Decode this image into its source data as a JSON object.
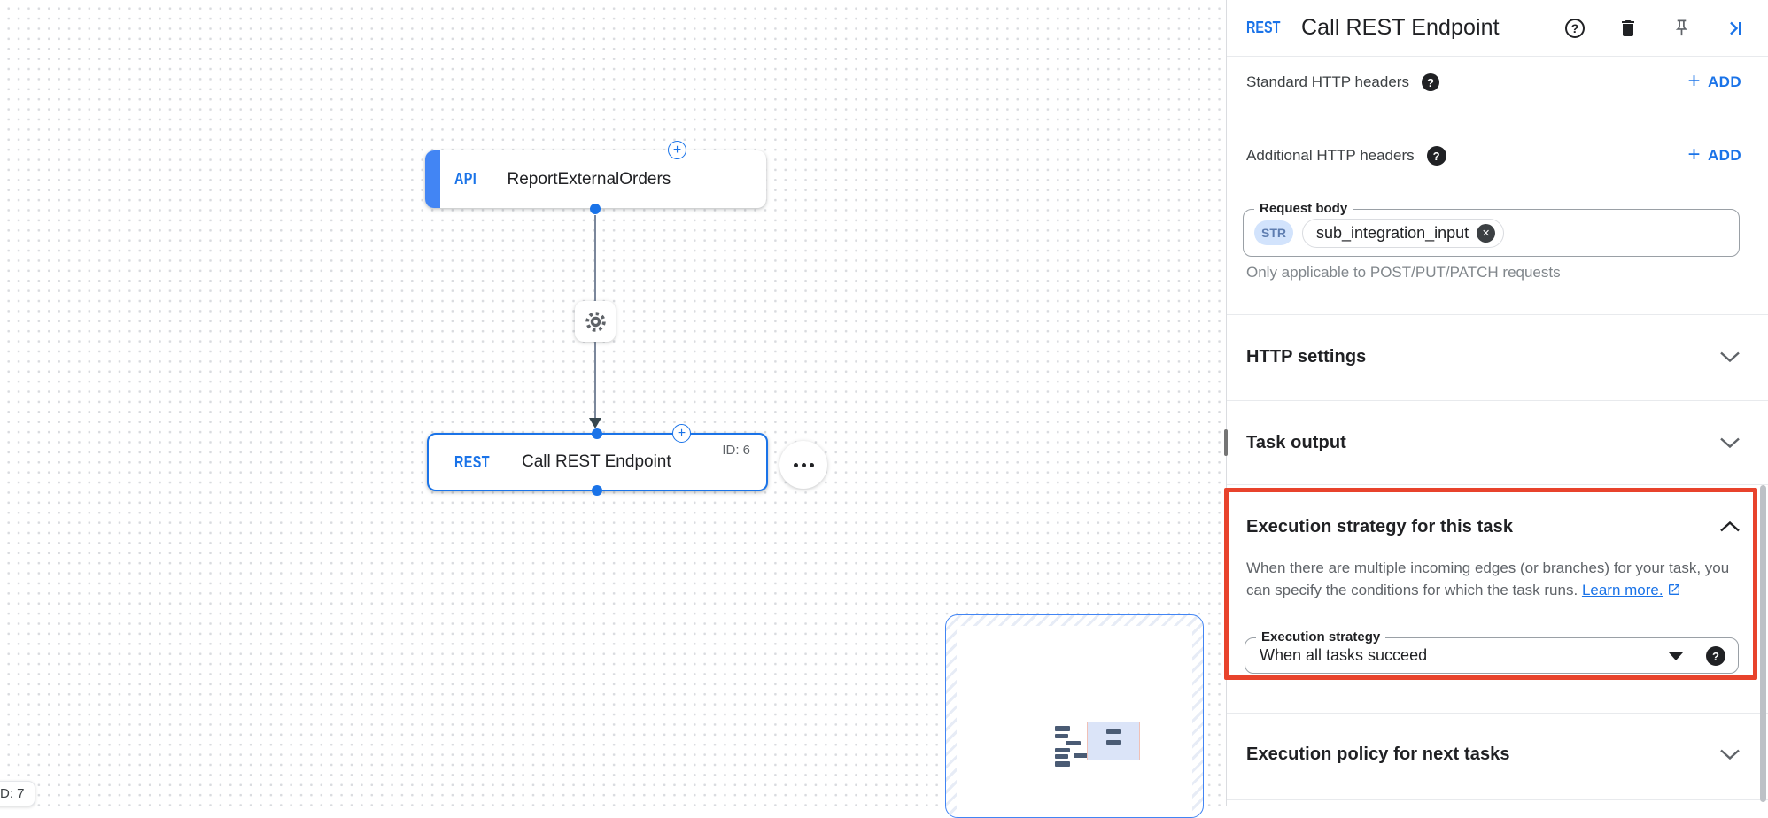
{
  "canvas": {
    "api_node": {
      "badge": "API",
      "label": "ReportExternalOrders"
    },
    "rest_node": {
      "badge": "REST",
      "label": "Call REST Endpoint",
      "id_label": "ID: 6"
    },
    "partial_id_tag": "D: 7"
  },
  "panel": {
    "badge": "REST",
    "title": "Call REST Endpoint",
    "standard_headers_label": "Standard HTTP headers",
    "additional_headers_label": "Additional HTTP headers",
    "add_button_label": "ADD",
    "request_body": {
      "label": "Request body",
      "type_chip": "STR",
      "value_chip": "sub_integration_input",
      "helper": "Only applicable to POST/PUT/PATCH requests"
    },
    "http_settings_title": "HTTP settings",
    "task_output_title": "Task output",
    "execution_strategy": {
      "title": "Execution strategy for this task",
      "description": "When there are multiple incoming edges (or branches) for your task, you can specify the conditions for which the task runs.",
      "learn_more_label": "Learn more.",
      "field_label": "Execution strategy",
      "field_value": "When all tasks succeed"
    },
    "execution_policy_title": "Execution policy for next tasks"
  },
  "icons": {
    "plus_glyph": "+",
    "help_glyph": "?",
    "close_glyph": "✕"
  },
  "colors": {
    "accent_blue": "#1a73e8",
    "node_bar_blue": "#4285f4",
    "highlight_red": "#e8432c",
    "text_primary": "#202124",
    "text_secondary": "#5f6368",
    "helper_gray": "#80868b"
  }
}
